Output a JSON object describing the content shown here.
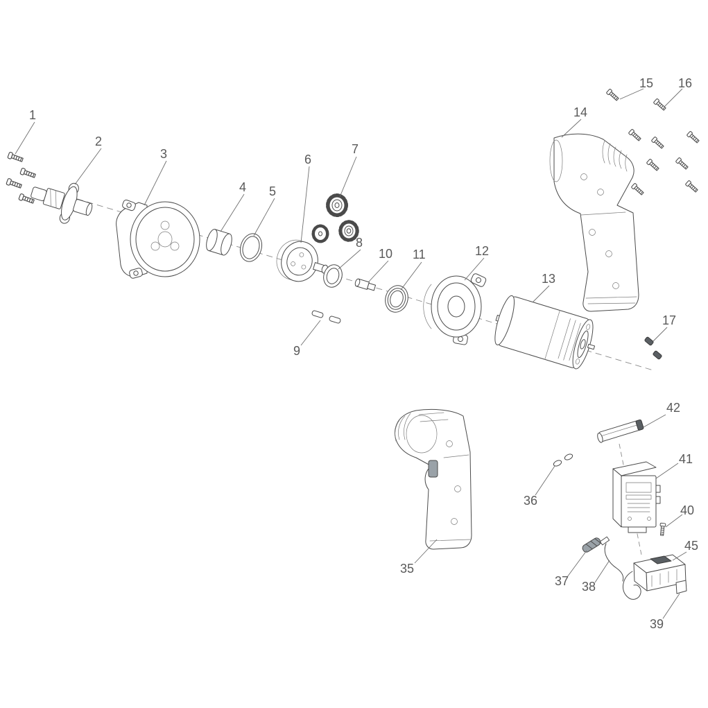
{
  "diagram": {
    "type": "exploded-parts-diagram",
    "subject": "cordless impact wrench",
    "background": "#ffffff",
    "line_color": "#4a4a4a",
    "label_color": "#595959"
  },
  "callouts": [
    {
      "label": "1",
      "part": "screws"
    },
    {
      "label": "2",
      "part": "spindle"
    },
    {
      "label": "3",
      "part": "gear-case"
    },
    {
      "label": "4",
      "part": "spacer-sleeve"
    },
    {
      "label": "5",
      "part": "retaining-ring"
    },
    {
      "label": "6",
      "part": "gear-carrier"
    },
    {
      "label": "7",
      "part": "pinion-gear"
    },
    {
      "label": "8",
      "part": "washer"
    },
    {
      "label": "9",
      "part": "roll-pins"
    },
    {
      "label": "10",
      "part": "shaft"
    },
    {
      "label": "11",
      "part": "bearing"
    },
    {
      "label": "12",
      "part": "hammer-case-cover"
    },
    {
      "label": "13",
      "part": "motor"
    },
    {
      "label": "14",
      "part": "housing-half-right"
    },
    {
      "label": "15",
      "part": "screw"
    },
    {
      "label": "16",
      "part": "screw"
    },
    {
      "label": "17",
      "part": "set-screws"
    },
    {
      "label": "35",
      "part": "housing-half-left"
    },
    {
      "label": "36",
      "part": "steel-balls"
    },
    {
      "label": "37",
      "part": "sleeve"
    },
    {
      "label": "38",
      "part": "lead-wire"
    },
    {
      "label": "39",
      "part": "terminal-base"
    },
    {
      "label": "40",
      "part": "screw"
    },
    {
      "label": "41",
      "part": "switch"
    },
    {
      "label": "42",
      "part": "contact-strip"
    },
    {
      "label": "45",
      "part": "terminal-block"
    }
  ]
}
